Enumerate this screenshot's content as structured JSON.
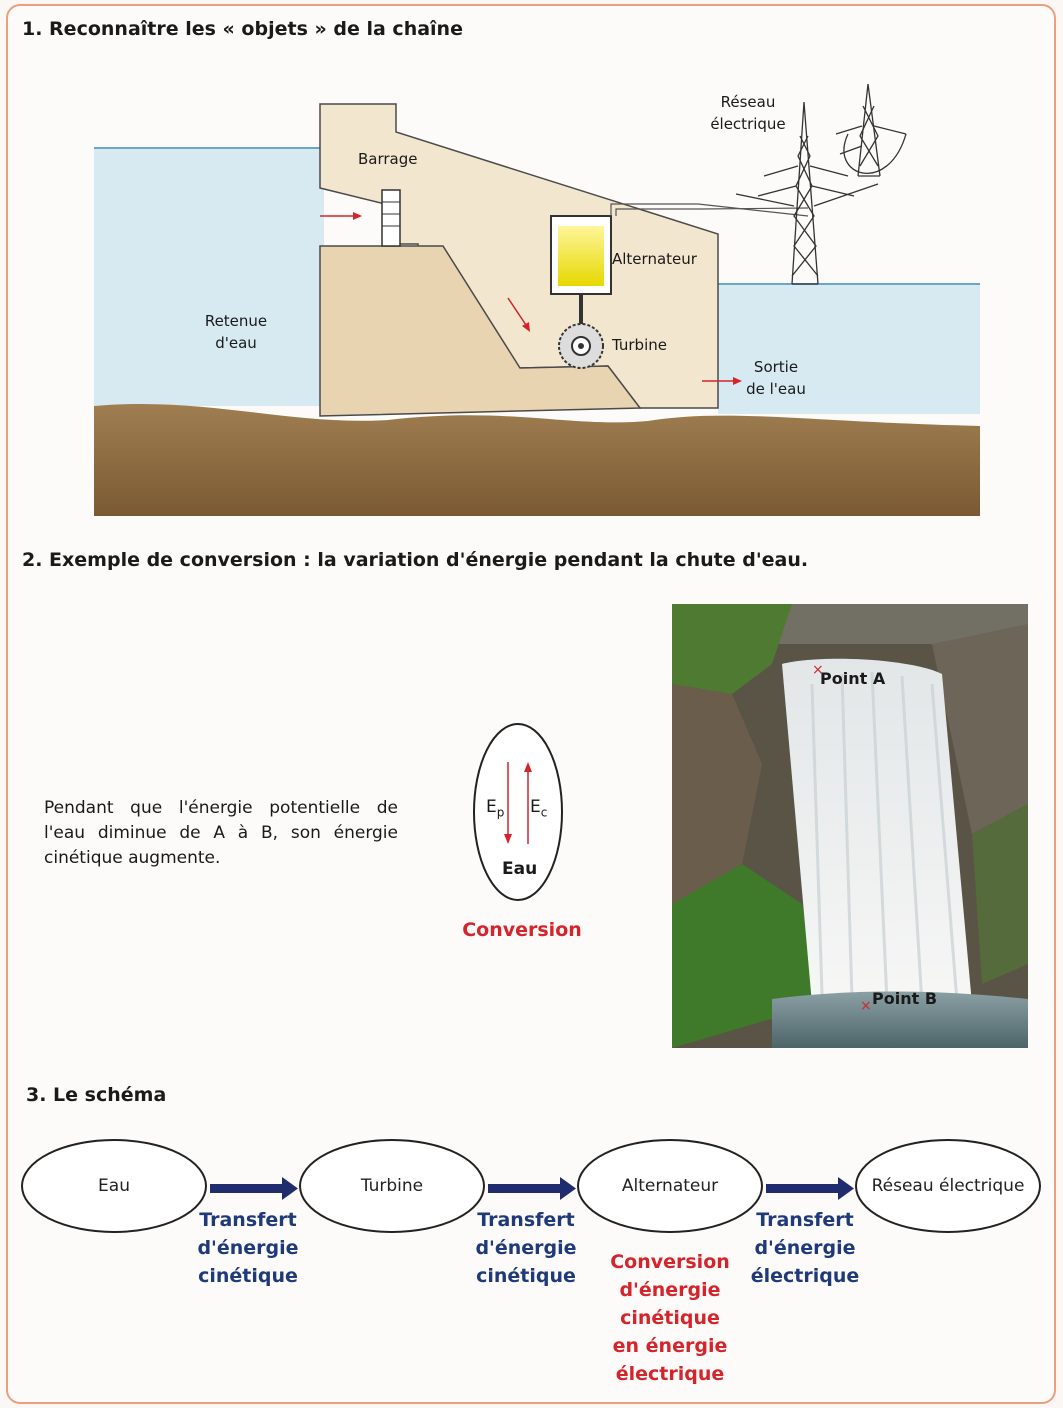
{
  "section1": {
    "title": "1. Reconnaître les « objets » de la chaîne",
    "labels": {
      "reseau": "Réseau\nélectrique",
      "barrage": "Barrage",
      "alternateur": "Alternateur",
      "retenue": "Retenue\nd'eau",
      "turbine": "Turbine",
      "sortie": "Sortie\nde l'eau"
    }
  },
  "section2": {
    "title": "2. Exemple de conversion : la variation d'énergie pendant la chute d'eau.",
    "paragraph": "Pendant que l'énergie potentielle de l'eau diminue de A à B, son énergie cinétique augmente.",
    "ep": "E",
    "ep_sub": "p",
    "ec": "E",
    "ec_sub": "c",
    "eau": "Eau",
    "conversion": "Conversion",
    "pointA": "Point A",
    "pointB": "Point B"
  },
  "section3": {
    "title": "3. Le schéma",
    "nodes": [
      "Eau",
      "Turbine",
      "Alternateur",
      "Réseau électrique"
    ],
    "links": [
      "Transfert\nd'énergie\ncinétique",
      "Transfert\nd'énergie\ncinétique",
      "Transfert\nd'énergie\nélectrique"
    ],
    "conversion_text": "Conversion\nd'énergie\ncinétique\nen énergie\nélectrique"
  },
  "colors": {
    "border": "#e8a07e",
    "blue_arrow": "#1f2d6e",
    "red": "#d3252b",
    "blue_text": "#1f3a7a"
  }
}
